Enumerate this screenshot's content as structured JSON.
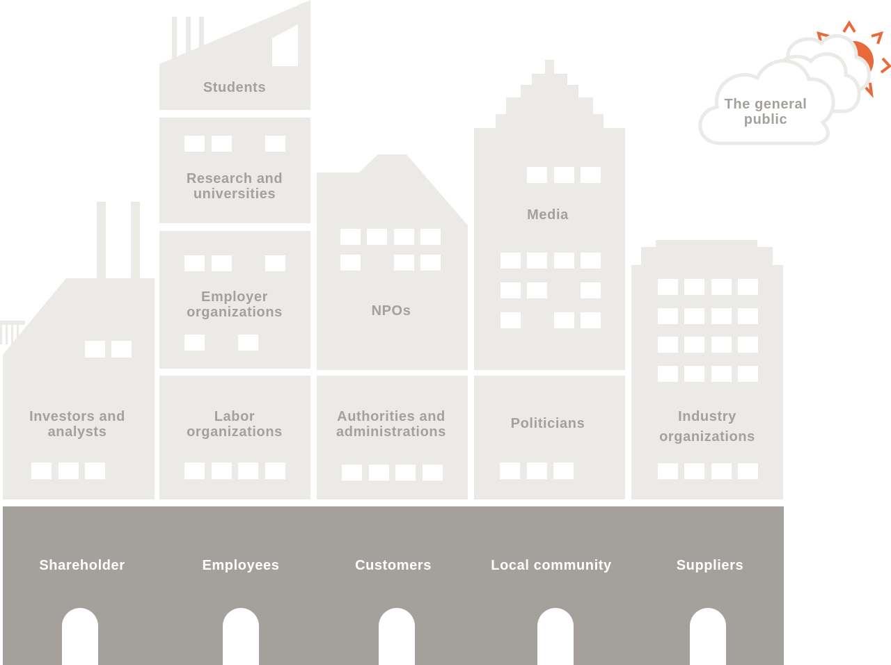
{
  "colors": {
    "building": "#ebeae7",
    "base": "#a4a19d",
    "label": "#a4a19d",
    "window": "#ffffff",
    "sun": "#e8693a",
    "cloud_outline": "#ebeae7"
  },
  "labels": {
    "students": "Students",
    "research_1": "Research and",
    "research_2": "universities",
    "employer_1": "Employer",
    "employer_2": "organizations",
    "labor_1": "Labor",
    "labor_2": "organizations",
    "investors_1": "Investors and",
    "investors_2": "analysts",
    "npos": "NPOs",
    "authorities_1": "Authorities and",
    "authorities_2": "administrations",
    "media": "Media",
    "politicians": "Politicians",
    "industry_1": "Industry",
    "industry_2": "organizations",
    "public_1": "The general",
    "public_2": "public"
  },
  "base_labels": {
    "shareholder": "Shareholder",
    "employees": "Employees",
    "customers": "Customers",
    "local_community": "Local community",
    "suppliers": "Suppliers"
  },
  "icons": {
    "sun": "sun-icon",
    "clouds": "cloud-icon"
  }
}
